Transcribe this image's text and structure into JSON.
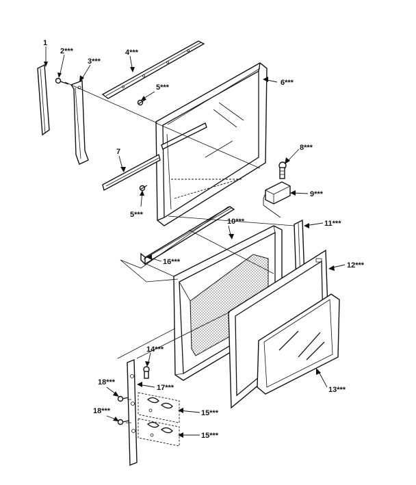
{
  "callouts": {
    "c1": "1",
    "c2": "2***",
    "c3": "3***",
    "c4": "4***",
    "c5a": "5***",
    "c5b": "5***",
    "c6": "6***",
    "c7": "7",
    "c8": "8***",
    "c9": "9***",
    "c10": "10***",
    "c11": "11***",
    "c12": "12***",
    "c13": "13***",
    "c14": "14***",
    "c15a": "15***",
    "c15b": "15***",
    "c16": "16***",
    "c17": "17***",
    "c18a": "18***",
    "c18b": "18***"
  }
}
